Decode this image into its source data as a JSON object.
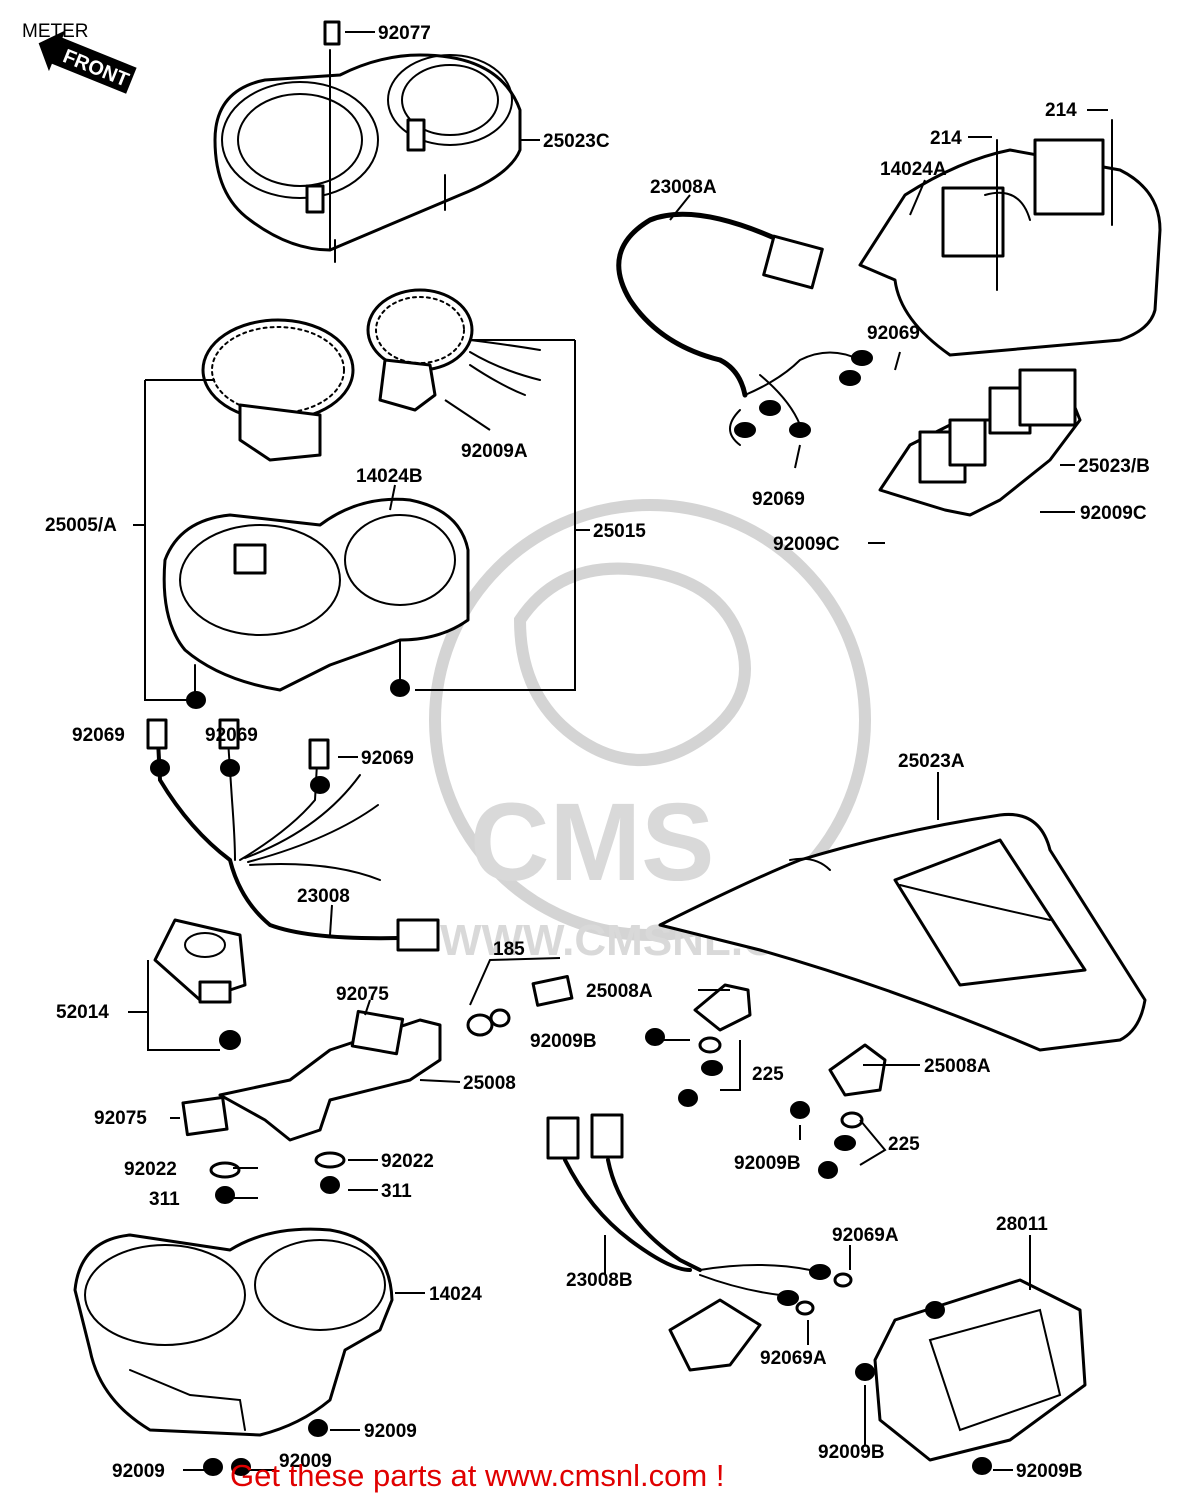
{
  "title": "METER",
  "front_arrow": "FRONT",
  "watermark": {
    "logo_text": "CMS",
    "url_text": "WWW.CMSNL.COM"
  },
  "footer_text": "Get these parts at www.cmsnl.com !",
  "colors": {
    "footer": "#e00000",
    "ink": "#000000",
    "watermark": "#d9d9d9"
  },
  "parts": {
    "p92077": "92077",
    "p25023C": "25023C",
    "p214a": "214",
    "p214b": "214",
    "p14024A": "14024A",
    "p23008A": "23008A",
    "p92069a": "92069",
    "p92069b": "92069",
    "p25023B": "25023/B",
    "p92009C_a": "92009C",
    "p92009C_b": "92009C",
    "p92009A": "92009A",
    "p14024B": "14024B",
    "p25005A": "25005/A",
    "p25015": "25015",
    "p92069c": "92069",
    "p92069d": "92069",
    "p92069e": "92069",
    "p25023A": "25023A",
    "p23008": "23008",
    "p185": "185",
    "p25008A_a": "25008A",
    "p52014": "52014",
    "p92075a": "92075",
    "p92009B_a": "92009B",
    "p225a": "225",
    "p25008A_b": "25008A",
    "p25008": "25008",
    "p92075b": "92075",
    "p225b": "225",
    "p92022a": "92022",
    "p92022b": "92022",
    "p92009B_b": "92009B",
    "p311a": "311",
    "p311b": "311",
    "p92069A_a": "92069A",
    "p28011": "28011",
    "p14024": "14024",
    "p23008B": "23008B",
    "p92069A_b": "92069A",
    "p92009a": "92009",
    "p92009b": "92009",
    "p92009c": "92009",
    "p92009B_c": "92009B",
    "p92009B_d": "92009B"
  }
}
